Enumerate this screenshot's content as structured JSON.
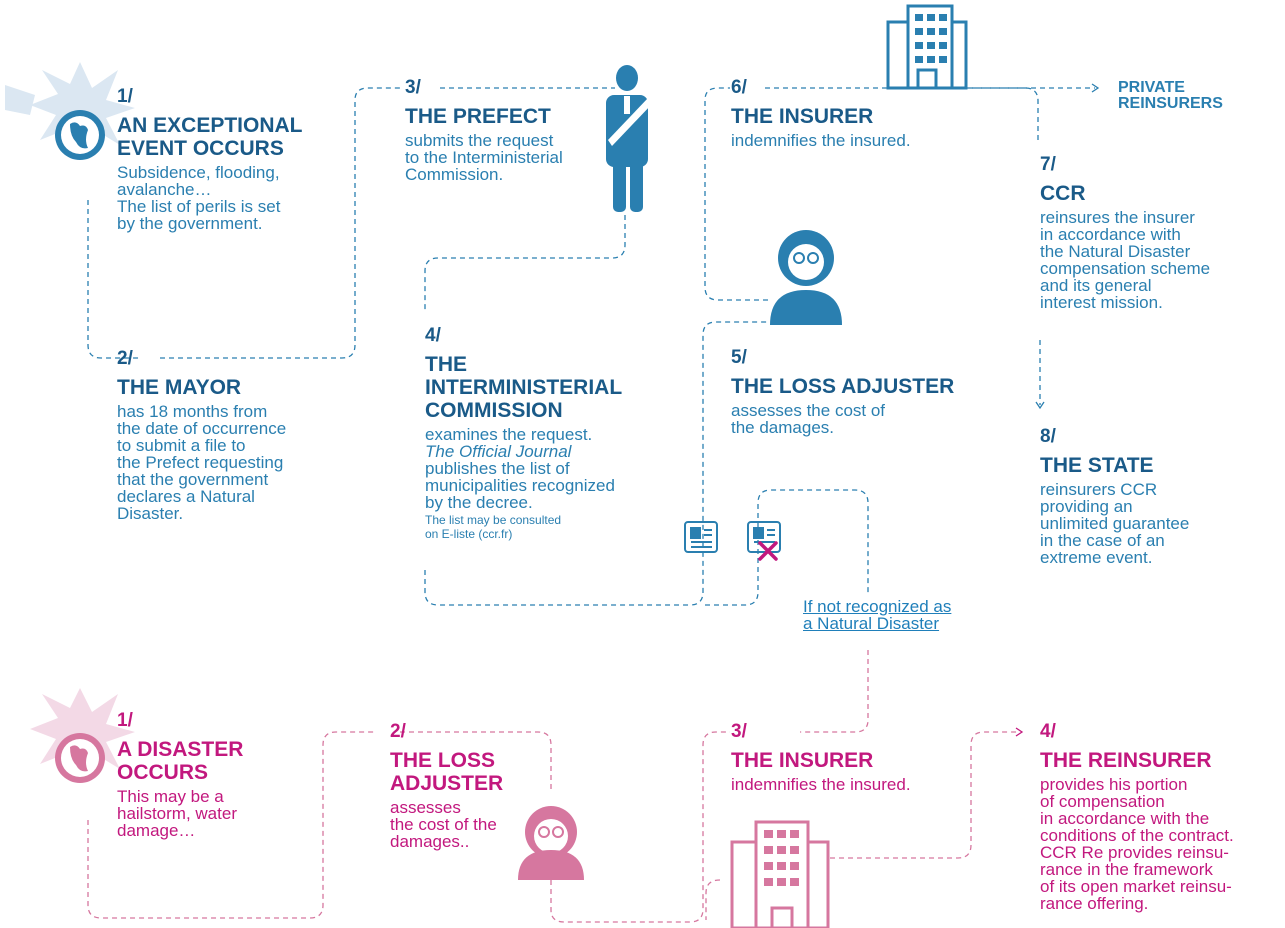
{
  "natural": {
    "step1": {
      "num": "1/",
      "title_l1": "AN EXCEPTIONAL",
      "title_l2": "EVENT OCCURS",
      "d1": "Subsidence, flooding,",
      "d2": "avalanche…",
      "d3": "The list of perils is set",
      "d4": "by the government."
    },
    "step2": {
      "num": "2/",
      "title": "THE MAYOR",
      "d1": "has 18 months from",
      "d2": "the date of occurrence",
      "d3": "to submit a file to",
      "d4": "the Prefect requesting",
      "d5": "that the government",
      "d6": "declares a Natural",
      "d7": "Disaster."
    },
    "step3": {
      "num": "3/",
      "title": "THE PREFECT",
      "d1": "submits the request",
      "d2": "to the Interministerial",
      "d3": "Commission."
    },
    "step4": {
      "num": "4/",
      "title_l1": "THE",
      "title_l2": "INTERMINISTERIAL",
      "title_l3": "COMMISSION",
      "d1": "examines the request.",
      "d2": "The Official Journal",
      "d3": "publishes the list of",
      "d4": "municipalities recognized",
      "d5": "by the decree.",
      "s1": "The list may be consulted",
      "s2": "on E-liste (ccr.fr)"
    },
    "step5": {
      "num": "5/",
      "title": "THE LOSS ADJUSTER",
      "d1": "assesses the cost of",
      "d2": "the damages."
    },
    "step6": {
      "num": "6/",
      "title": "THE INSURER",
      "d1": "indemnifies the insured."
    },
    "step7": {
      "num": "7/",
      "title": "CCR",
      "d1": "reinsures the insurer",
      "d2": "in accordance with",
      "d3": "the Natural Disaster",
      "d4": "compensation scheme",
      "d5": "and its general",
      "d6": "interest mission."
    },
    "step8": {
      "num": "8/",
      "title": "THE STATE",
      "d1": "reinsurers CCR",
      "d2": "providing an",
      "d3": "unlimited guarantee",
      "d4": "in the case of an",
      "d5": "extreme event."
    },
    "private_l1": "PRIVATE",
    "private_l2": "REINSURERS",
    "not_recognized_l1": "If not recognized as",
    "not_recognized_l2": "a Natural Disaster"
  },
  "other": {
    "step1": {
      "num": "1/",
      "title_l1": "A DISASTER",
      "title_l2": "OCCURS",
      "d1": "This may be a",
      "d2": "hailstorm, water",
      "d3": "damage…"
    },
    "step2": {
      "num": "2/",
      "title_l1": "THE LOSS",
      "title_l2": "ADJUSTER",
      "d1": "assesses",
      "d2": "the cost of the",
      "d3": "damages.."
    },
    "step3": {
      "num": "3/",
      "title": "THE INSURER",
      "d1": "indemnifies the insured."
    },
    "step4": {
      "num": "4/",
      "title": "THE REINSURER",
      "d1": "provides his portion",
      "d2": "of compensation",
      "d3": "in accordance with the",
      "d4": "conditions of the contract.",
      "d5": "CCR Re provides reinsu-",
      "d6": "rance in the framework",
      "d7": "of its open market reinsu-",
      "d8": "rance offering."
    }
  },
  "colors": {
    "blue_dark": "#1a5a88",
    "blue": "#2a7fb0",
    "pink": "#c2187e",
    "pink_light": "#d6779f"
  }
}
